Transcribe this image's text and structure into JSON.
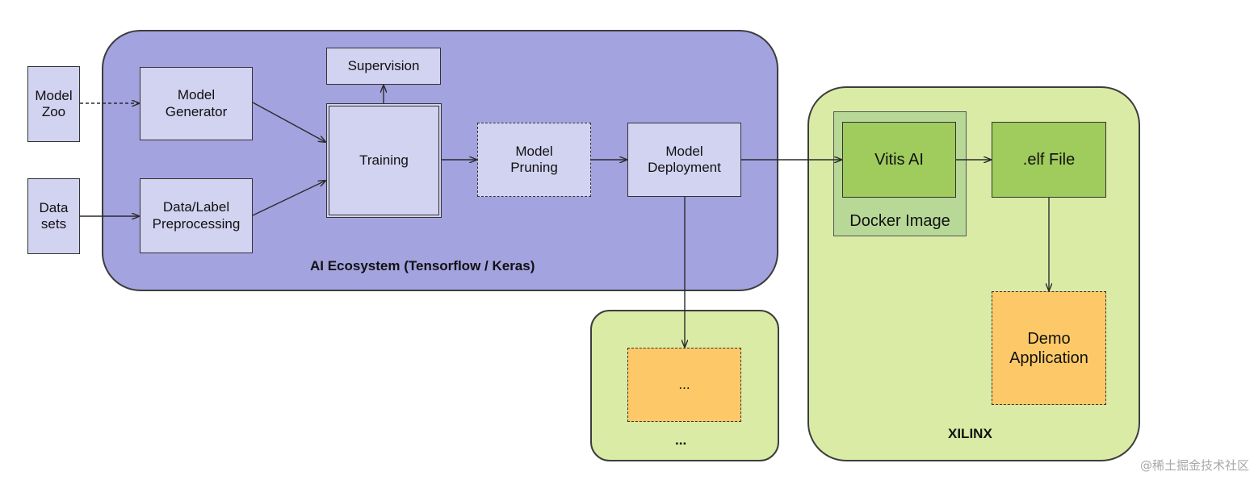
{
  "colors": {
    "ai_region_fill": "#a3a3e0",
    "node_fill": "#d2d2f1",
    "xilinx_region_fill": "#d9eba5",
    "docker_fill": "#b8d898",
    "vitis_fill": "#9fcc5c",
    "demo_fill": "#fdc968",
    "line": "#2b2b2b"
  },
  "regions": {
    "ai_ecosystem": {
      "label": "AI Ecosystem (Tensorflow / Keras)"
    },
    "other_target": {
      "label": "..."
    },
    "xilinx": {
      "label": "XILINX"
    }
  },
  "nodes": {
    "model_zoo": "Model\nZoo",
    "data_sets": "Data\nsets",
    "model_generator": "Model\nGenerator",
    "data_label_preprocessing": "Data/Label\nPreprocessing",
    "supervision": "Supervision",
    "training": "Training",
    "model_pruning": "Model\nPruning",
    "model_deployment": "Model\nDeployment",
    "other_target_box": "...",
    "vitis_ai": "Vitis AI",
    "docker_image": "Docker Image",
    "elf_file": ".elf File",
    "demo_application": "Demo\nApplication"
  },
  "watermark": "@稀土掘金技术社区"
}
